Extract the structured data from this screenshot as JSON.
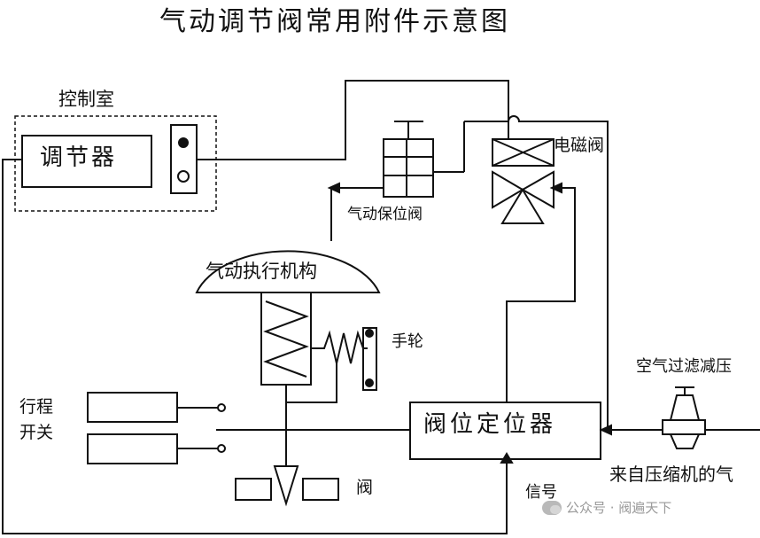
{
  "title": "气动调节阀常用附件示意图",
  "labels": {
    "control_room": "控制室",
    "regulator": "调节器",
    "solenoid_valve": "电磁阀",
    "pneumatic_lock_valve": "气动保位阀",
    "pneumatic_actuator": "气动执行机构",
    "handwheel": "手轮",
    "air_filter_regulator": "空气过滤减压",
    "limit_switch_line1": "行程",
    "limit_switch_line2": "开关",
    "valve_positioner": "阀位定位器",
    "valve": "阀",
    "from_compressor": "来自压缩机的气",
    "signal": "信号"
  },
  "watermark": {
    "icon": "wechat-icon",
    "text": "公众号 · 阀遍天下"
  },
  "colors": {
    "line": "#111111",
    "background": "#ffffff",
    "watermark": "#9a9a9a"
  }
}
